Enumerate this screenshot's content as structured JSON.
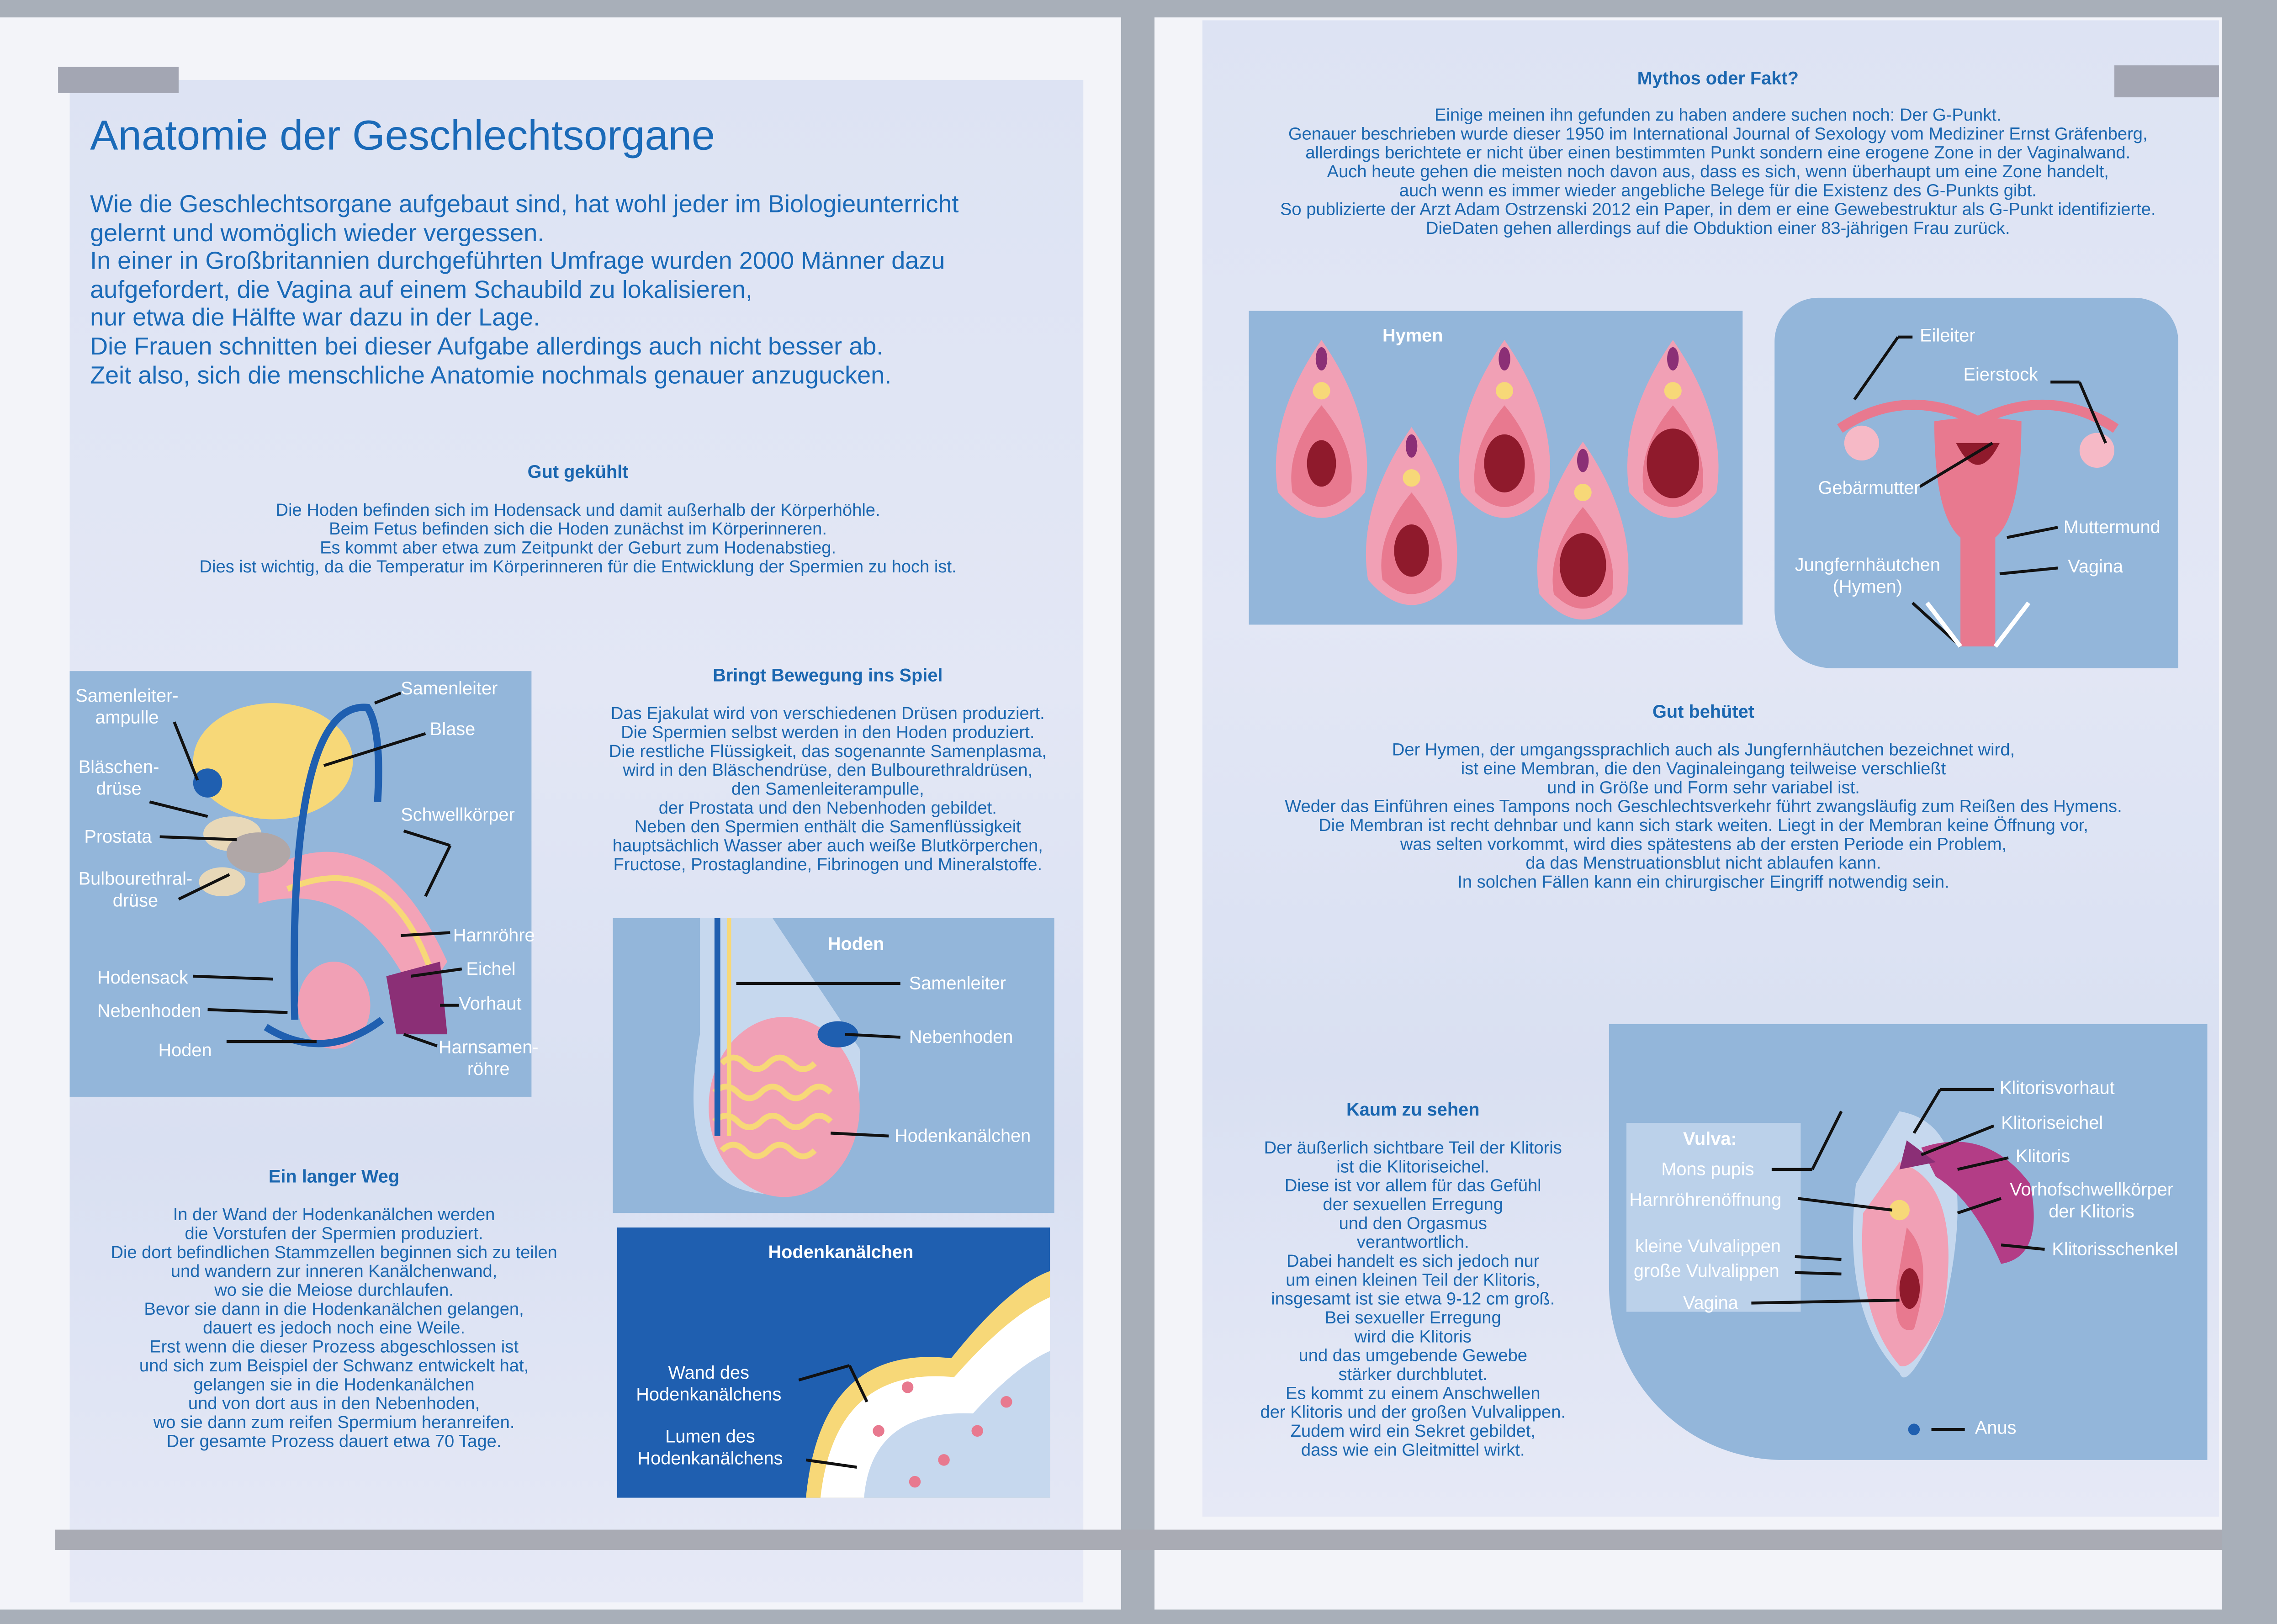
{
  "left_page": {
    "title": "Anatomie der Geschlechtsorgane",
    "intro": [
      "Wie die Geschlechtsorgane aufgebaut sind, hat wohl jeder im Biologieunterricht",
      "gelernt und womöglich wieder vergessen.",
      "In einer in Großbritannien durchgeführten Umfrage wurden 2000 Männer dazu",
      "aufgefordert, die Vagina auf einem Schaubild zu lokalisieren,",
      "nur etwa die Hälfte war dazu in der Lage.",
      "Die Frauen schnitten bei dieser Aufgabe allerdings auch nicht besser ab.",
      "Zeit also, sich die menschliche Anatomie nochmals genauer anzugucken."
    ],
    "gut_gekuehlt": {
      "heading": "Gut gekühlt",
      "lines": [
        "Die Hoden befinden sich im Hodensack und damit außerhalb der Körperhöhle.",
        "Beim Fetus befinden sich die Hoden zunächst im Körperinneren.",
        "Es kommt aber etwa zum Zeitpunkt der Geburt zum Hodenabstieg.",
        "Dies ist wichtig, da die Temperatur im Körperinneren für die Entwicklung der Spermien zu hoch ist."
      ]
    },
    "bewegung": {
      "heading": "Bringt Bewegung ins Spiel",
      "lines": [
        "Das Ejakulat wird von verschiedenen Drüsen produziert.",
        "Die Spermien selbst werden in den Hoden produziert.",
        "Die restliche Flüssigkeit, das sogenannte Samenplasma,",
        "wird in den Bläschendrüse, den Bulbourethraldrüsen,",
        "den Samenleiterampulle,",
        "der Prostata und den Nebenhoden gebildet.",
        "Neben den Spermien enthält die Samenflüssigkeit",
        "hauptsächlich Wasser aber auch weiße Blutkörperchen,",
        "Fructose, Prostaglandine, Fibrinogen und Mineralstoffe."
      ]
    },
    "langer_weg": {
      "heading": "Ein langer Weg",
      "lines": [
        "In der Wand der Hodenkanälchen werden",
        "die Vorstufen der Spermien produziert.",
        "Die dort befindlichen Stammzellen beginnen sich zu teilen",
        "und wandern zur inneren Kanälchenwand,",
        "wo sie die Meiose durchlaufen.",
        "Bevor sie dann in die Hodenkanälchen gelangen,",
        "dauert es jedoch noch eine Weile.",
        "Erst wenn die dieser Prozess abgeschlossen ist",
        "und sich zum Beispiel der Schwanz entwickelt hat,",
        "gelangen sie in die Hodenkanälchen",
        "und von dort aus in den Nebenhoden,",
        "wo sie dann zum reifen Spermium heranreifen.",
        "Der gesamte Prozess dauert etwa 70 Tage."
      ]
    },
    "male_diagram": {
      "labels": {
        "samenleiterampulle": [
          "Samenleiter-",
          "ampulle"
        ],
        "samenleiter": "Samenleiter",
        "blase": "Blase",
        "blaeschendruese": [
          "Bläschen-",
          "drüse"
        ],
        "prostata": "Prostata",
        "schwellkoerper": "Schwellkörper",
        "bulbourethral": [
          "Bulbourethral-",
          "drüse"
        ],
        "harnroehre": "Harnröhre",
        "eichel": "Eichel",
        "hodensack": "Hodensack",
        "vorhaut": "Vorhaut",
        "nebenhoden": "Nebenhoden",
        "hoden": "Hoden",
        "harnsamenroehre": [
          "Harnsamen-",
          "röhre"
        ]
      }
    },
    "hoden_diagram": {
      "title": "Hoden",
      "labels": {
        "samenleiter": "Samenleiter",
        "nebenhoden": "Nebenhoden",
        "hodenkanaelchen": "Hodenkanälchen"
      }
    },
    "kanaelchen_diagram": {
      "title": "Hodenkanälchen",
      "labels": {
        "wand": [
          "Wand des",
          "Hodenkanälchens"
        ],
        "lumen": [
          "Lumen des",
          "Hodenkanälchens"
        ]
      }
    }
  },
  "right_page": {
    "mythos": {
      "heading": "Mythos oder Fakt?",
      "lines": [
        "Einige meinen ihn gefunden zu haben andere suchen noch: Der G-Punkt.",
        "Genauer beschrieben wurde dieser 1950 im International Journal of Sexology vom Mediziner Ernst Gräfenberg,",
        "allerdings berichtete er nicht über einen bestimmten Punkt sondern eine erogene Zone in der Vaginalwand.",
        "Auch heute gehen die meisten noch davon aus, dass es sich, wenn überhaupt um eine Zone handelt,",
        "auch wenn es immer wieder angebliche Belege für die Existenz des G-Punkts gibt.",
        "So publizierte der Arzt Adam Ostrzenski 2012 ein Paper, in dem er eine Gewebestruktur als G-Punkt identifizierte.",
        "DieDaten gehen allerdings auf die Obduktion einer 83-jährigen Frau zurück."
      ]
    },
    "hymen_diagram": {
      "title": "Hymen"
    },
    "uterus_diagram": {
      "labels": {
        "eileiter": "Eileiter",
        "eierstock": "Eierstock",
        "gebaermutter": "Gebärmutter",
        "muttermund": "Muttermund",
        "jungfernhaeutchen": [
          "Jungfernhäutchen",
          "(Hymen)"
        ],
        "vagina": "Vagina"
      }
    },
    "gut_behuetet": {
      "heading": "Gut behütet",
      "lines": [
        "Der Hymen, der umgangssprachlich auch als Jungfernhäutchen bezeichnet wird,",
        "ist eine Membran, die den Vaginaleingang teilweise verschließt",
        "und in Größe und Form sehr variabel ist.",
        "Weder das Einführen eines Tampons noch Geschlechtsverkehr führt zwangsläufig zum Reißen des Hymens.",
        "Die Membran ist recht dehnbar und kann sich stark weiten. Liegt in der Membran keine Öffnung vor,",
        "was selten vorkommt, wird dies spätestens ab der ersten Periode ein Problem,",
        "da das Menstruationsblut nicht ablaufen kann.",
        "In solchen Fällen kann ein chirurgischer Eingriff notwendig sein."
      ]
    },
    "kaum_zu_sehen": {
      "heading": "Kaum zu sehen",
      "lines": [
        "Der äußerlich sichtbare Teil der Klitoris",
        "ist die Klitoriseichel.",
        "Diese ist vor allem für das Gefühl",
        "der sexuellen Erregung",
        "und den Orgasmus",
        "verantwortlich.",
        "Dabei handelt es sich jedoch nur",
        "um einen kleinen Teil der Klitoris,",
        "insgesamt ist sie etwa 9-12 cm groß.",
        "Bei sexueller Erregung",
        "wird die Klitoris",
        "und das umgebende Gewebe",
        "stärker durchblutet.",
        "Es kommt zu einem Anschwellen",
        "der Klitoris und der großen Vulvalippen.",
        "Zudem wird ein Sekret gebildet,",
        "dass wie ein Gleitmittel wirkt."
      ]
    },
    "vulva_diagram": {
      "labels": {
        "vulva": "Vulva:",
        "mons": "Mons pupis",
        "harnroehre": "Harnröhrenöffnung",
        "kleine": "kleine Vulvalippen",
        "grosse": "große Vulvalippen",
        "vagina": "Vagina",
        "vorhaut": "Klitorisvorhaut",
        "eichel": "Klitoriseichel",
        "klitoris": "Klitoris",
        "schwellkoerper": [
          "Vorhofschwellkörper",
          "der Klitoris"
        ],
        "schenkel": "Klitorisschenkel",
        "anus": "Anus"
      }
    }
  },
  "colors": {
    "text": "#1b67b0",
    "panel": "#93b6da",
    "dark_panel": "#1f5fb0",
    "tissue": "#e8798f",
    "yellow": "#f5d775"
  }
}
